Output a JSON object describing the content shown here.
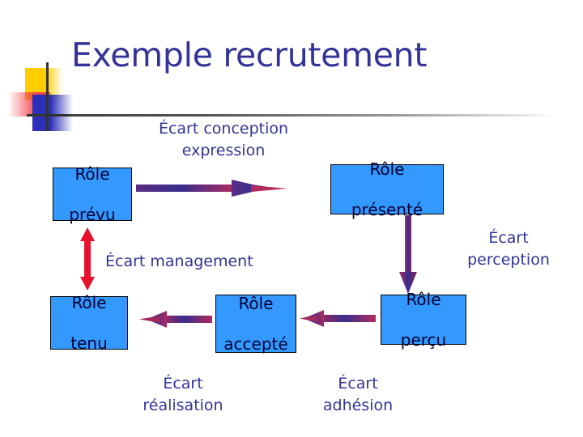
{
  "slide": {
    "title": "Exemple recrutement",
    "background_color": "#ffffff",
    "title_color": "#333399",
    "box_fill_color": "#3399FF",
    "box_border_color": "#000000",
    "box_text_color": "#000033",
    "label_color": "#333399",
    "arrow_gradient_from": "#2E2E8F",
    "arrow_gradient_to": "#A3285E",
    "double_arrow_color": "#E8112D"
  },
  "boxes": [
    {
      "id": "prevu",
      "line1": "Rôle",
      "line2": "prévu"
    },
    {
      "id": "presente",
      "line1": "Rôle",
      "line2": "présenté"
    },
    {
      "id": "tenu",
      "line1": "Rôle",
      "line2": "tenu"
    },
    {
      "id": "accepte",
      "line1": "Rôle",
      "line2": "accepté"
    },
    {
      "id": "percu",
      "line1": "Rôle",
      "line2": "perçu"
    }
  ],
  "gaps": [
    {
      "id": "conception",
      "line1": "Écart",
      "line2": "conception expression"
    },
    {
      "id": "management",
      "line1": "Écart management",
      "line2": ""
    },
    {
      "id": "perception",
      "line1": "Écart",
      "line2": "perception"
    },
    {
      "id": "realisation",
      "line1": "Écart",
      "line2": "réalisation"
    },
    {
      "id": "adhesion",
      "line1": "Écart",
      "line2": "adhésion"
    }
  ],
  "gap_text": {
    "conception_l1": "Écart conception",
    "conception_l2": "expression",
    "management": "Écart management",
    "perception_l1": "Écart",
    "perception_l2": "perception",
    "realisation_l1": "Écart",
    "realisation_l2": "réalisation",
    "adhesion_l1": "Écart",
    "adhesion_l2": "adhésion"
  },
  "box_text": {
    "prevu_l1": "Rôle",
    "prevu_l2": "prévu",
    "presente_l1": "Rôle",
    "presente_l2": "présenté",
    "tenu_l1": "Rôle",
    "tenu_l2": "tenu",
    "accepte_l1": "Rôle",
    "accepte_l2": "accepté",
    "percu_l1": "Rôle",
    "percu_l2": "perçu"
  },
  "arrows": [
    {
      "id": "prevu-to-presente",
      "direction": "right",
      "style": "gradient"
    },
    {
      "id": "presente-to-percu",
      "direction": "down",
      "style": "gradient"
    },
    {
      "id": "percu-to-accepte",
      "direction": "left",
      "style": "gradient"
    },
    {
      "id": "accepte-to-tenu",
      "direction": "left",
      "style": "gradient"
    },
    {
      "id": "tenu-prevu",
      "direction": "up-down",
      "style": "solid-red"
    }
  ]
}
